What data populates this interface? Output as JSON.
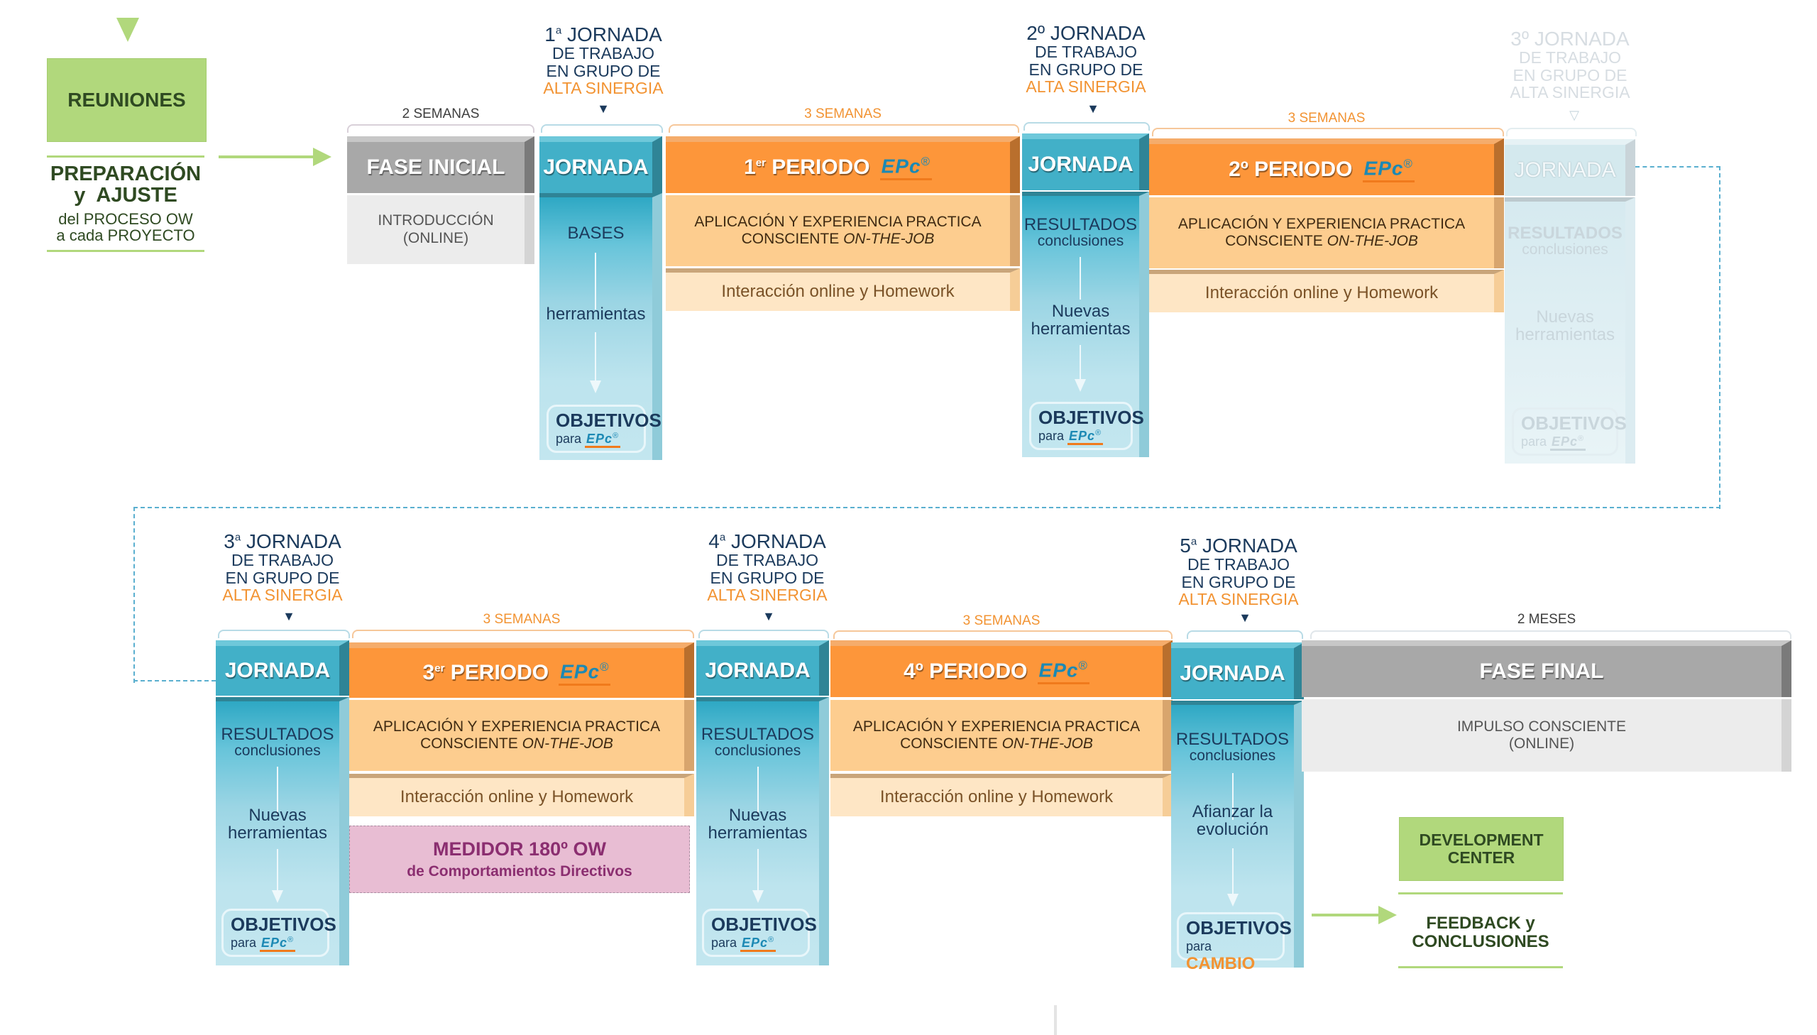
{
  "left_panel": {
    "reuniones_label": "REUNIONES",
    "prep_title_1": "PREPARACIÓN",
    "prep_title_2": "y  AJUSTE",
    "prep_sub_1": "del PROCESO OW",
    "prep_sub_2": "a cada PROYECTO"
  },
  "right_panel": {
    "development_center_1": "DEVELOPMENT",
    "development_center_2": "CENTER",
    "feedback_1": "FEEDBACK y",
    "feedback_2": "CONCLUSIONES"
  },
  "epc": {
    "text": "EPc",
    "reg": "®"
  },
  "row1": {
    "fase_inicial": {
      "duration": "2 SEMANAS",
      "title": "FASE INICIAL",
      "sub_1": "INTRODUCCIÓN",
      "sub_2": "(ONLINE)"
    },
    "jornada_1": {
      "heading_num": "1",
      "heading_sup": "a",
      "heading_word": " JORNADA",
      "line2": "DE TRABAJO",
      "line3": "EN GRUPO DE",
      "line4": "ALTA SINERGIA",
      "block": "JORNADA",
      "top_text": "BASES",
      "mid_text": "herramientas",
      "obj_title": "OBJETIVOS",
      "obj_para": "para"
    },
    "periodo_1": {
      "duration": "3 SEMANAS",
      "num": "1",
      "sup": "er",
      "word": " PERIODO",
      "app_1": "APLICACIÓN Y EXPERIENCIA PRACTICA",
      "app_2": "CONSCIENTE ",
      "app_2_italic": "ON-THE-JOB",
      "interaction": "Interacción online y Homework"
    },
    "jornada_2": {
      "heading_num": "2",
      "heading_sup": "º",
      "heading_word": " JORNADA",
      "line2": "DE TRABAJO",
      "line3": "EN GRUPO DE",
      "line4": "ALTA SINERGIA",
      "block": "JORNADA",
      "top_text_1": "RESULTADOS",
      "top_text_2": "conclusiones",
      "mid_text_1": "Nuevas",
      "mid_text_2": "herramientas",
      "obj_title": "OBJETIVOS",
      "obj_para": "para"
    },
    "periodo_2": {
      "duration": "3 SEMANAS",
      "title": "2º PERIODO",
      "app_1": "APLICACIÓN Y EXPERIENCIA PRACTICA",
      "app_2": "CONSCIENTE ",
      "app_2_italic": "ON-THE-JOB",
      "interaction": "Interacción online y Homework"
    },
    "jornada_3_ghost": {
      "heading_num": "3",
      "heading_sup": "º",
      "heading_word": " JORNADA",
      "line2": "DE TRABAJO",
      "line3": "EN GRUPO DE",
      "line4": "ALTA SINERGIA",
      "block": "JORNADA",
      "top_text_1": "RESULTADOS",
      "top_text_2": "conclusiones",
      "mid_text_1": "Nuevas",
      "mid_text_2": "herramientas",
      "obj_title": "OBJETIVOS",
      "obj_para": "para"
    }
  },
  "row2": {
    "jornada_3": {
      "heading_num": "3",
      "heading_sup": "a",
      "heading_word": " JORNADA",
      "line2": "DE TRABAJO",
      "line3": "EN GRUPO DE",
      "line4": "ALTA SINERGIA",
      "block": "JORNADA",
      "top_text_1": "RESULTADOS",
      "top_text_2": "conclusiones",
      "mid_text_1": "Nuevas",
      "mid_text_2": "herramientas",
      "obj_title": "OBJETIVOS",
      "obj_para": "para"
    },
    "periodo_3": {
      "duration": "3 SEMANAS",
      "num": "3",
      "sup": "er",
      "word": " PERIODO",
      "app_1": "APLICACIÓN Y EXPERIENCIA PRACTICA",
      "app_2": "CONSCIENTE ",
      "app_2_italic": "ON-THE-JOB",
      "interaction": "Interacción online y Homework",
      "medidor_1": "MEDIDOR 180º OW",
      "medidor_2": "de Comportamientos Directivos"
    },
    "jornada_4": {
      "heading_num": "4",
      "heading_sup": "a",
      "heading_word": " JORNADA",
      "line2": "DE TRABAJO",
      "line3": "EN GRUPO DE",
      "line4": "ALTA SINERGIA",
      "block": "JORNADA",
      "top_text_1": "RESULTADOS",
      "top_text_2": "conclusiones",
      "mid_text_1": "Nuevas",
      "mid_text_2": "herramientas",
      "obj_title": "OBJETIVOS",
      "obj_para": "para"
    },
    "periodo_4": {
      "duration": "3 SEMANAS",
      "title": "4º PERIODO",
      "app_1": "APLICACIÓN Y EXPERIENCIA PRACTICA",
      "app_2": "CONSCIENTE ",
      "app_2_italic": "ON-THE-JOB",
      "interaction": "Interacción online y Homework"
    },
    "jornada_5": {
      "heading_num": "5",
      "heading_sup": "a",
      "heading_word": " JORNADA",
      "line2": "DE TRABAJO",
      "line3": "EN GRUPO DE",
      "line4": "ALTA SINERGIA",
      "block": "JORNADA",
      "top_text_1": "RESULTADOS",
      "top_text_2": "conclusiones",
      "mid_text_1": "Afianzar la",
      "mid_text_2": "evolución",
      "obj_title": "OBJETIVOS",
      "obj_para": "para",
      "obj_target": "CAMBIO"
    },
    "fase_final": {
      "duration": "2 MESES",
      "title": "FASE FINAL",
      "sub_1": "IMPULSO CONSCIENTE",
      "sub_2": "(ONLINE)"
    }
  },
  "colors": {
    "green": "#b1d87c",
    "teal": "#42b0c8",
    "orange": "#fd963a",
    "light_orange": "#fdcd8f",
    "cream": "#fee6c5",
    "gray": "#a8a8a8",
    "navy_text": "#1b3a5c",
    "accent_orange_text": "#f29332",
    "medidor_pink": "#e8bdd3",
    "dashed_connector": "#5aafcf"
  }
}
